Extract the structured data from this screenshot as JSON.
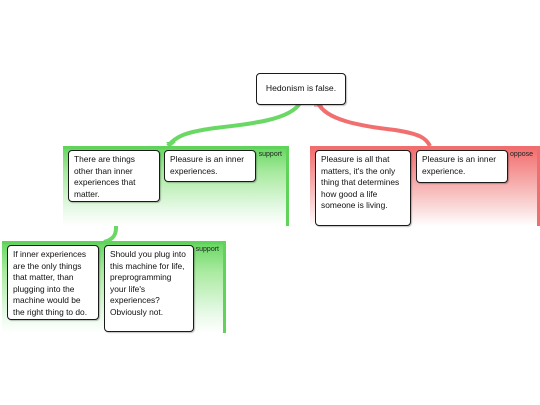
{
  "colors": {
    "support": "#5fd35a",
    "oppose": "#f06e6e",
    "node_border": "#1a1a1a"
  },
  "root": {
    "text": "Hedonism is false."
  },
  "groups": {
    "support_1": {
      "label": "support",
      "premises": [
        "There are things other than inner experiences that matter.",
        "Pleasure is an inner experiences."
      ]
    },
    "oppose_1": {
      "label": "oppose",
      "premises": [
        "Pleasure is all that matters, it's the only thing that determines how good a life someone is living.",
        "Pleasure is an inner experience."
      ]
    },
    "support_2": {
      "label": "support",
      "premises": [
        "If inner experiences are the only things that matter, than plugging into the machine would be the right thing to do.",
        "Should you plug into this machine for life, preprogramming your life's experiences? Obviously not."
      ]
    }
  }
}
